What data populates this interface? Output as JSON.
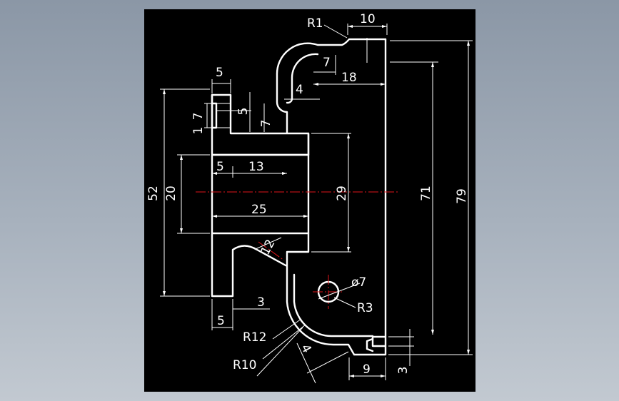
{
  "drawing": {
    "background": "#000000",
    "outline_color": "#ffffff",
    "centerline_color": "#e0141a",
    "dimensions": {
      "r1": "R1",
      "d10": "10",
      "d5_top": "5",
      "d7_left": "7",
      "d1": "1",
      "d5_slot": "5",
      "d7_slot": "7",
      "d4": "4",
      "d7_top": "7",
      "d18": "18",
      "d52": "52",
      "d20": "20",
      "d5_bore": "5",
      "d13": "13",
      "d25": "25",
      "d29": "29",
      "d71": "71",
      "d79": "79",
      "d12": "12",
      "phi7": "ø7",
      "r3": "R3",
      "d3_mid": "3",
      "d5_bottom": "5",
      "r12": "R12",
      "r10": "R10",
      "d4_angle": "4",
      "d9": "9",
      "d3_right": "3"
    }
  }
}
